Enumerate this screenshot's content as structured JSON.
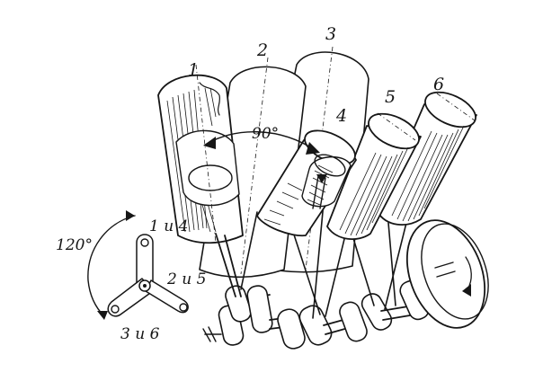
{
  "diagram": {
    "cylinders": [
      {
        "label": "1"
      },
      {
        "label": "2"
      },
      {
        "label": "3"
      },
      {
        "label": "4"
      },
      {
        "label": "5"
      },
      {
        "label": "6"
      }
    ],
    "bank_angle": "90°",
    "crank_angle": "120°",
    "crank_groups": [
      "1 и 4",
      "2 и 5",
      "3 и 6"
    ]
  }
}
